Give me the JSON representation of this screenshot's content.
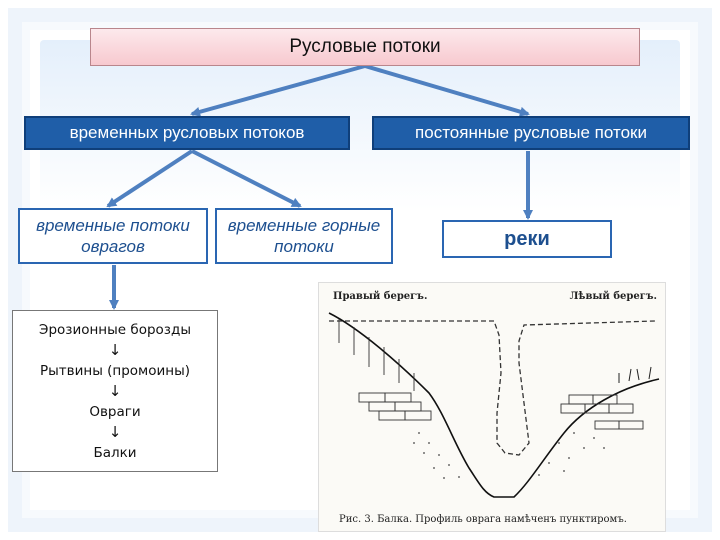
{
  "diagram": {
    "title": "Русловые потоки",
    "branch_temporary": "временных русловых потоков",
    "branch_permanent": "постоянные русловые потоки",
    "temp_ravines": "временные потоки оврагов",
    "temp_mountain": "временные горные потоки",
    "rivers": "реки",
    "chain": [
      "Эрозионные борозды",
      "Рытвины (промоины)",
      "Овраги",
      "Балки"
    ],
    "chain_arrow": "↓"
  },
  "figure": {
    "right_bank": "Правый берегъ.",
    "left_bank": "Лѣвый берегъ.",
    "caption": "Рис. 3. Балка. Профиль оврага намѣченъ пунктиромъ."
  },
  "colors": {
    "arrow": "#4f80c0",
    "box_blue": "#1f5ea8",
    "root_pink": "#f7c9cf"
  }
}
